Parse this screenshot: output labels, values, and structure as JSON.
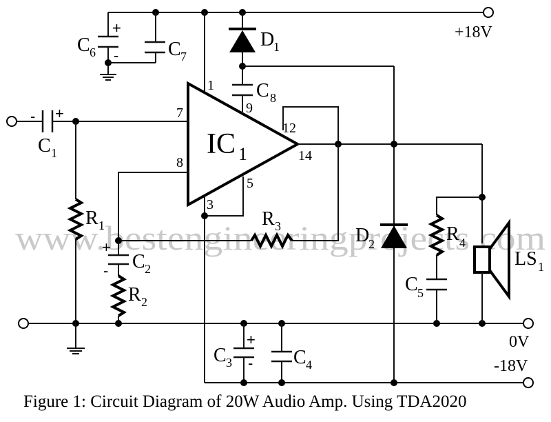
{
  "figure": {
    "caption": "Figure 1: Circuit Diagram of 20W Audio Amp. Using TDA2020",
    "watermark": "www.bestengineeringprojects.com"
  },
  "ic": {
    "name": "IC",
    "subscript": "1",
    "pins": {
      "p1": "1",
      "p3": "3",
      "p5": "5",
      "p7": "7",
      "p8": "8",
      "p9": "9",
      "p12": "12",
      "p14": "14"
    }
  },
  "rails": {
    "positive": "+18V",
    "ground": "0V",
    "negative": "-18V"
  },
  "polarity": {
    "plus": "+",
    "minus": "-"
  },
  "components": {
    "C1": {
      "letter": "C",
      "index": "1"
    },
    "C2": {
      "letter": "C",
      "index": "2"
    },
    "C3": {
      "letter": "C",
      "index": "3"
    },
    "C4": {
      "letter": "C",
      "index": "4"
    },
    "C5": {
      "letter": "C",
      "index": "5"
    },
    "C6": {
      "letter": "C",
      "index": "6"
    },
    "C7": {
      "letter": "C",
      "index": "7"
    },
    "C8": {
      "letter": "C",
      "index": "8"
    },
    "R1": {
      "letter": "R",
      "index": "1"
    },
    "R2": {
      "letter": "R",
      "index": "2"
    },
    "R3": {
      "letter": "R",
      "index": "3"
    },
    "R4": {
      "letter": "R",
      "index": "4"
    },
    "D1": {
      "letter": "D",
      "index": "1"
    },
    "D2": {
      "letter": "D",
      "index": "2"
    },
    "LS1": {
      "letter": "LS",
      "index": "1"
    }
  }
}
